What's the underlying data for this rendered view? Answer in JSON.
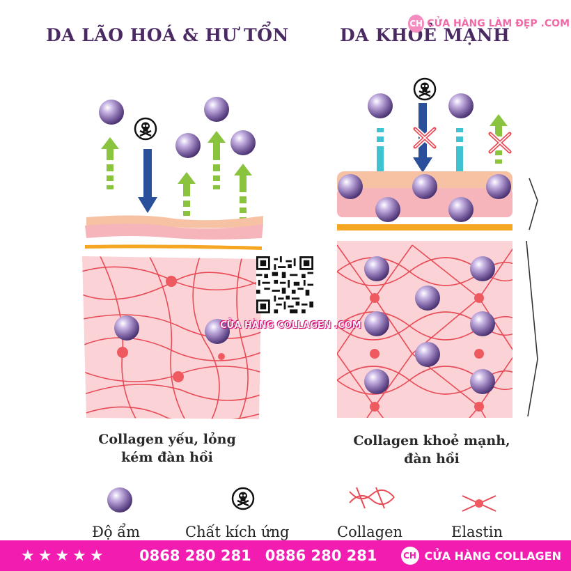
{
  "titles": {
    "left": "DA LÃO HOÁ & HƯ TỔN",
    "right": "DA KHOẺ MẠNH"
  },
  "watermarks": {
    "top": "CỬA HÀNG LÀM ĐẸP .COM",
    "logo": "CH",
    "middle": "CỬA HÀNG COLLAGEN .COM"
  },
  "captions": {
    "left_line1": "Collagen yếu, lỏng",
    "left_line2": "kém đàn hồi",
    "right_line1": "Collagen khoẻ mạnh,",
    "right_line2": "đàn hồi"
  },
  "legend": {
    "moisture": "Độ ẩm",
    "irritant": "Chất kích ứng",
    "collagen": "Collagen",
    "elastin": "Elastin"
  },
  "footer": {
    "stars": "★★★★★",
    "phone1": "0868 280 281",
    "phone2": "0886 280 281",
    "logo": "CH",
    "brand": "CỬA HÀNG COLLAGEN"
  },
  "icons": {
    "moisture": "purple-sphere",
    "irritant": "skull-crossbones",
    "collagen": "red-mesh",
    "elastin": "red-cross-node",
    "blocked": "x-mark",
    "moisture_loss": "green-up-arrow",
    "irritant_in": "blue-down-arrow",
    "moisture_in": "cyan-down-arrow"
  },
  "colors": {
    "title": "#4b2a63",
    "sphere": "#7e64a4",
    "skin_top": "#f7c2a3",
    "skin_mid": "#f6b4bb",
    "dermis": "#fbd2d6",
    "fiber": "#e84b56",
    "arrow_up": "#8ac43f",
    "arrow_down_blue": "#2a4f9b",
    "arrow_down_cyan": "#3fc3d2",
    "footer": "#f21db0"
  }
}
